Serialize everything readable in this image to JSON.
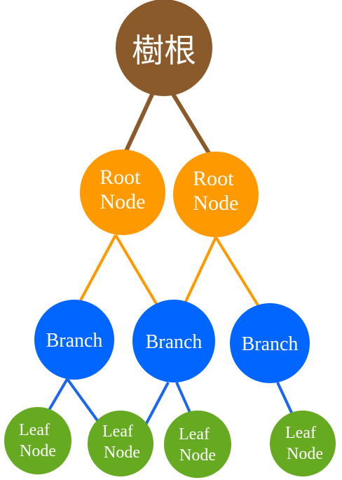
{
  "colors": {
    "root": "#8b5a2b",
    "root_edge": "#8b5a2b",
    "root_node": "#ff9900",
    "root_node_edge": "#ff9900",
    "branch": "#0066ff",
    "branch_edge": "#1a66ee",
    "leaf": "#66aa22",
    "label": "#ffffff"
  },
  "tree": {
    "root": {
      "label": "樹根"
    },
    "root_nodes": [
      {
        "line1": "Root",
        "line2": "Node"
      },
      {
        "line1": "Root",
        "line2": "Node"
      }
    ],
    "branches": [
      {
        "label": "Branch"
      },
      {
        "label": "Branch"
      },
      {
        "label": "Branch"
      }
    ],
    "leaves": [
      {
        "line1": "Leaf",
        "line2": "Node"
      },
      {
        "line1": "Leaf",
        "line2": "Node"
      },
      {
        "line1": "Leaf",
        "line2": "Node"
      },
      {
        "line1": "Leaf",
        "line2": "Node"
      }
    ]
  }
}
